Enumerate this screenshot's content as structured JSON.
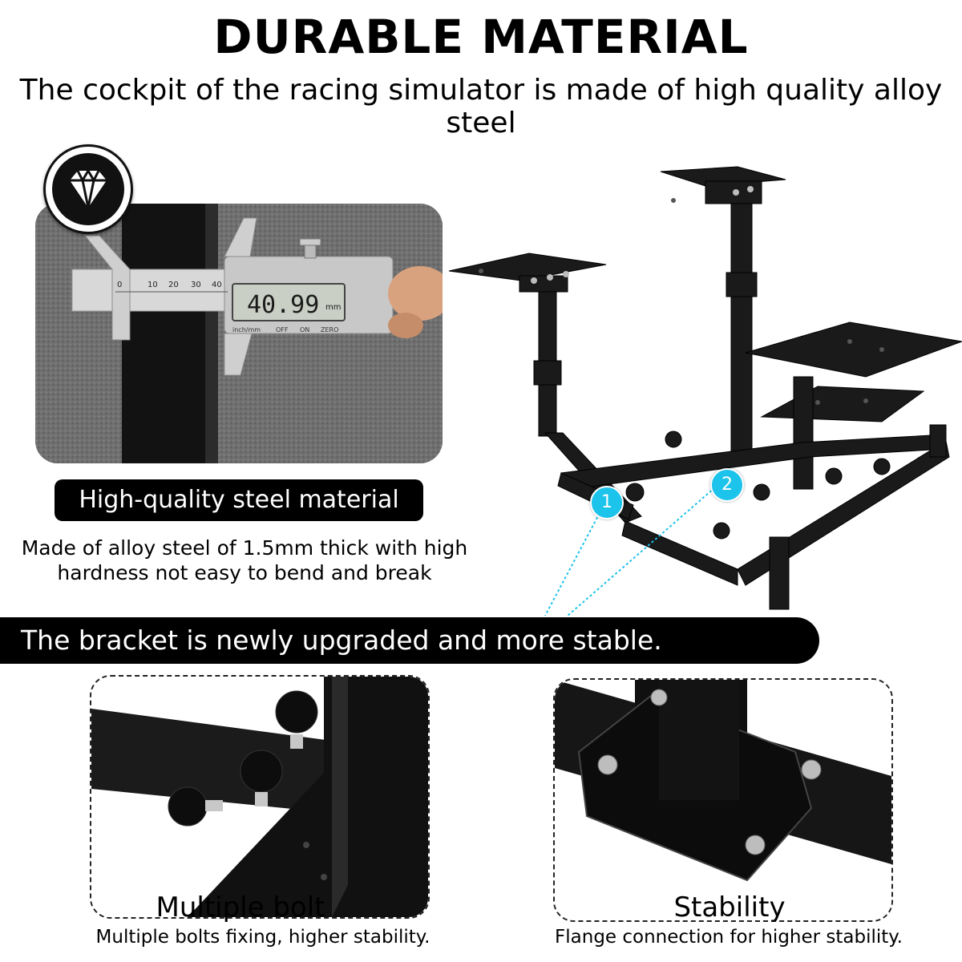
{
  "header": {
    "title": "DURABLE MATERIAL",
    "subtitle": "The cockpit of the racing simulator is made of high quality alloy steel"
  },
  "material": {
    "badge_icon": "diamond-icon",
    "caliper_readout": "40.99",
    "caliper_unit": "mm",
    "caliper_buttons": [
      "inch/mm",
      "OFF",
      "ON",
      "ZERO"
    ],
    "caliper_scale": [
      "0",
      "10",
      "20",
      "30",
      "40"
    ],
    "label": "High-quality steel material",
    "description_line1": "Made of alloy steel of 1.5mm thick with high",
    "description_line2": "hardness not easy to bend and break"
  },
  "markers": [
    "1",
    "2"
  ],
  "banner": {
    "text": "The bracket is newly upgraded and more stable."
  },
  "features": [
    {
      "title": "Multiple bolt",
      "subtitle": "Multiple bolts fixing, higher stability."
    },
    {
      "title": "Stability",
      "subtitle": "Flange connection for higher stability."
    }
  ],
  "colors": {
    "marker": "#1cc3ea",
    "banner": "#000000",
    "steel": "#1a1a1a"
  }
}
